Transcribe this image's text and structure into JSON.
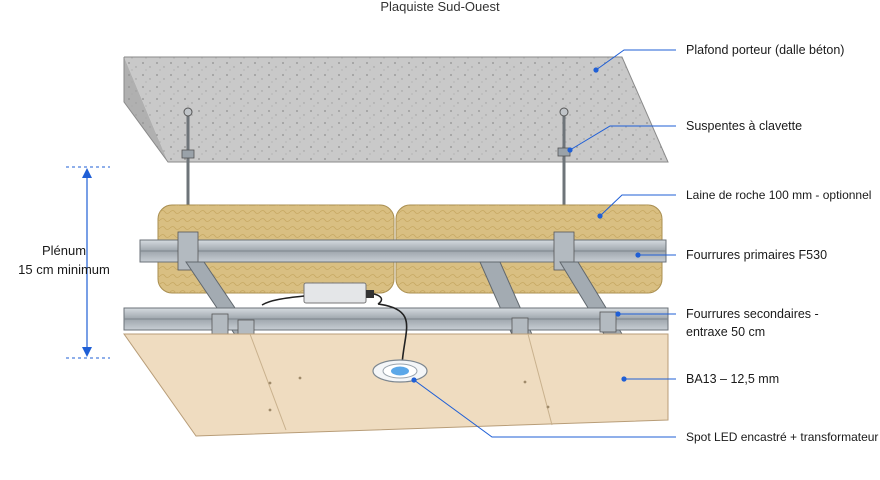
{
  "title": "Plaquiste Sud-Ouest",
  "dimension": {
    "line1": "Plénum",
    "line2": "15 cm minimum"
  },
  "labels": {
    "slab": "Plafond porteur (dalle béton)",
    "hangers": "Suspentes à clavette",
    "wool": "Laine de roche 100 mm - optionnel",
    "primary": "Fourrures primaires F530",
    "secondary_1": "Fourrures secondaires -",
    "secondary_2": "entraxe 50 cm",
    "board": "BA13 – 12,5 mm",
    "spot": "Spot LED encastré + transformateur"
  },
  "colors": {
    "leader": "#1f5fd6",
    "concrete": "#bdbdbd",
    "wool": "#d9bf82",
    "metal": "#a9b0b6",
    "board": "#efdcc0"
  }
}
